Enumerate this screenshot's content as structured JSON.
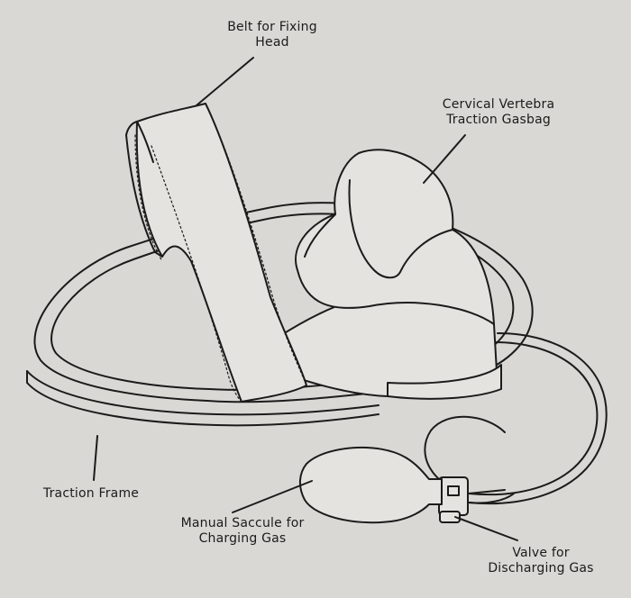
{
  "labels": {
    "belt": {
      "line1": "Belt for Fixing",
      "line2": "Head"
    },
    "gasbag": {
      "line1": "Cervical Vertebra",
      "line2": "Traction Gasbag"
    },
    "frame": {
      "line1": "Traction Frame"
    },
    "saccule": {
      "line1": "Manual Saccule for",
      "line2": "Charging Gas"
    },
    "valve": {
      "line1": "Valve for",
      "line2": "Discharging Gas"
    }
  },
  "colors": {
    "paper": "#d9d8d4",
    "ink": "#1b1b1b",
    "fill": "#e4e3df"
  }
}
